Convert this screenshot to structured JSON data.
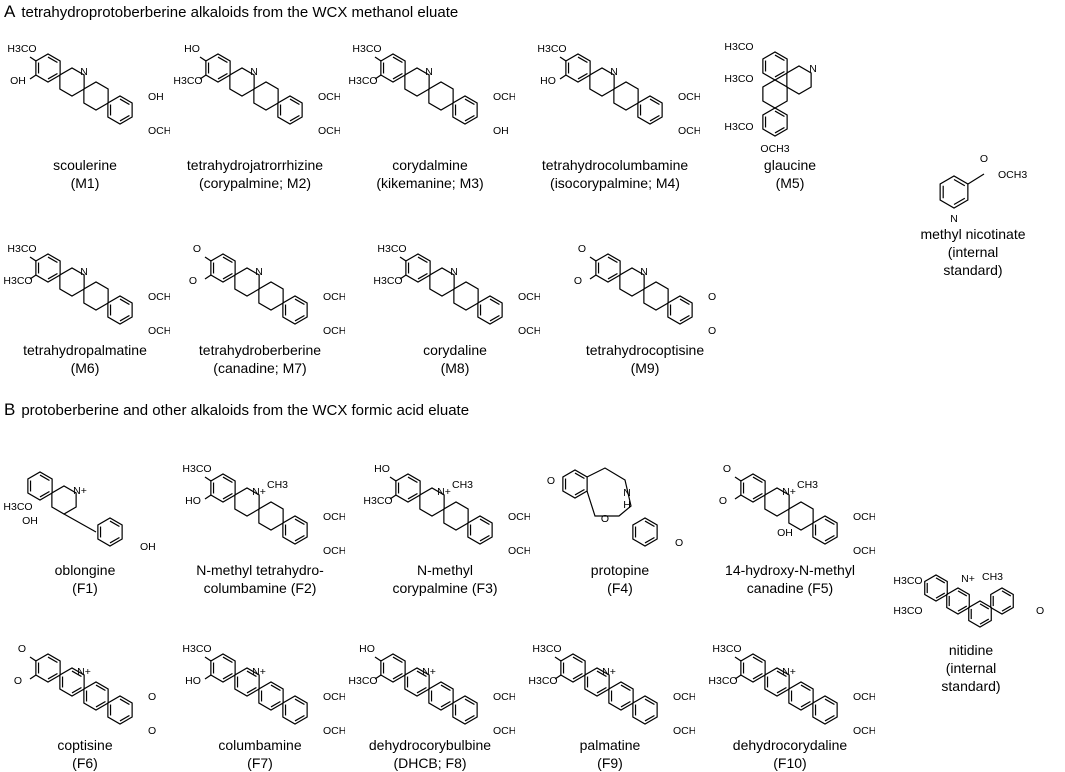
{
  "sections": [
    {
      "letter": "A",
      "title": "tetrahydroprotoberberine alkaloids from the WCX methanol eluate"
    },
    {
      "letter": "B",
      "title": "protoberberine and other alkaloids from the WCX formic acid eluate"
    }
  ],
  "compounds": [
    {
      "id": "M1",
      "line1": "scoulerine",
      "line2": "(M1)"
    },
    {
      "id": "M2",
      "line1": "tetrahydrojatrorrhizine",
      "line2": "(corypalmine; M2)"
    },
    {
      "id": "M3",
      "line1": "corydalmine",
      "line2": "(kikemanine; M3)"
    },
    {
      "id": "M4",
      "line1": "tetrahydrocolumbamine",
      "line2": "(isocorypalmine; M4)"
    },
    {
      "id": "M5",
      "line1": "glaucine",
      "line2": "(M5)"
    },
    {
      "id": "IS1",
      "line1": "methyl nicotinate",
      "line2": "(internal",
      "line3": "standard)"
    },
    {
      "id": "M6",
      "line1": "tetrahydropalmatine",
      "line2": "(M6)"
    },
    {
      "id": "M7",
      "line1": "tetrahydroberberine",
      "line2": "(canadine; M7)"
    },
    {
      "id": "M8",
      "line1": "corydaline",
      "line2": "(M8)"
    },
    {
      "id": "M9",
      "line1": "tetrahydrocoptisine",
      "line2": "(M9)"
    },
    {
      "id": "F1",
      "line1": "oblongine",
      "line2": "(F1)"
    },
    {
      "id": "F2",
      "line1": "N-methyl tetrahydro-",
      "line2": "columbamine (F2)"
    },
    {
      "id": "F3",
      "line1": "N-methyl",
      "line2": "corypalmine (F3)"
    },
    {
      "id": "F4",
      "line1": "protopine",
      "line2": "(F4)"
    },
    {
      "id": "F5",
      "line1": "14-hydroxy-N-methyl",
      "line2": "canadine (F5)"
    },
    {
      "id": "IS2",
      "line1": "nitidine",
      "line2": "(internal",
      "line3": "standard)"
    },
    {
      "id": "F6",
      "line1": "coptisine",
      "line2": "(F6)"
    },
    {
      "id": "F7",
      "line1": "columbamine",
      "line2": "(F7)"
    },
    {
      "id": "F8",
      "line1": "dehydrocorybulbine",
      "line2": "(DHCB; F8)"
    },
    {
      "id": "F9",
      "line1": "palmatine",
      "line2": "(F9)"
    },
    {
      "id": "F10",
      "line1": "dehydrocorydaline",
      "line2": "(F10)"
    }
  ],
  "atoms": {
    "ome": "H3CO",
    "ome_r": "OCH3",
    "oh": "OH",
    "ho": "HO",
    "n": "N",
    "nplus": "N+",
    "o": "O",
    "h": "H",
    "ch3": "CH3"
  }
}
